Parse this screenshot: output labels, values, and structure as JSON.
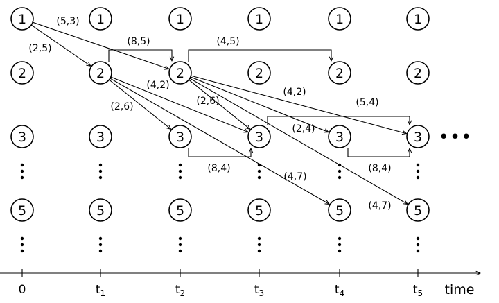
{
  "time_axis": {
    "ticks": [
      {
        "main": "0",
        "sub": ""
      },
      {
        "main": "t",
        "sub": "1"
      },
      {
        "main": "t",
        "sub": "2"
      },
      {
        "main": "t",
        "sub": "3"
      },
      {
        "main": "t",
        "sub": "4"
      },
      {
        "main": "t",
        "sub": "5"
      }
    ],
    "title": "time"
  },
  "rows": [
    {
      "type": "node",
      "label": "1"
    },
    {
      "type": "node",
      "label": "2"
    },
    {
      "type": "node",
      "label": "3"
    },
    {
      "type": "dots"
    },
    {
      "type": "node",
      "label": "5"
    },
    {
      "type": "dots"
    }
  ],
  "continuation": "•••",
  "arcs": [
    {
      "from": [
        0,
        0
      ],
      "to": [
        1,
        1
      ],
      "label": "(2,5)"
    },
    {
      "from": [
        0,
        0
      ],
      "to": [
        2,
        1
      ],
      "label": "(5,3)"
    },
    {
      "from": [
        1,
        1
      ],
      "to": [
        2,
        2
      ],
      "label": "(2,6)"
    },
    {
      "from": [
        1,
        1
      ],
      "to": [
        3,
        2
      ],
      "label": "(4,2)"
    },
    {
      "from": [
        1,
        1
      ],
      "to": [
        4,
        4
      ],
      "label": "(4,7)"
    },
    {
      "from": [
        2,
        1
      ],
      "to": [
        3,
        2
      ],
      "label": "(2,6)"
    },
    {
      "from": [
        2,
        1
      ],
      "to": [
        4,
        2
      ],
      "label": "(2,4)"
    },
    {
      "from": [
        2,
        1
      ],
      "to": [
        5,
        2
      ],
      "label": "(4,2)"
    },
    {
      "from": [
        2,
        1
      ],
      "to": [
        5,
        4
      ],
      "label": "(4,7)"
    }
  ],
  "waits": [
    {
      "row": 1,
      "from": 1,
      "to": 2,
      "label": "(8,5)"
    },
    {
      "row": 1,
      "from": 2,
      "to": 4,
      "label": "(4,5)"
    },
    {
      "row": 2,
      "from": 2,
      "to": 3,
      "label": "(8,4)"
    },
    {
      "row": 2,
      "from": 3,
      "to": 5,
      "label": "(5,4)"
    },
    {
      "row": 2,
      "from": 4,
      "to": 5,
      "label": "(8,4)"
    }
  ]
}
